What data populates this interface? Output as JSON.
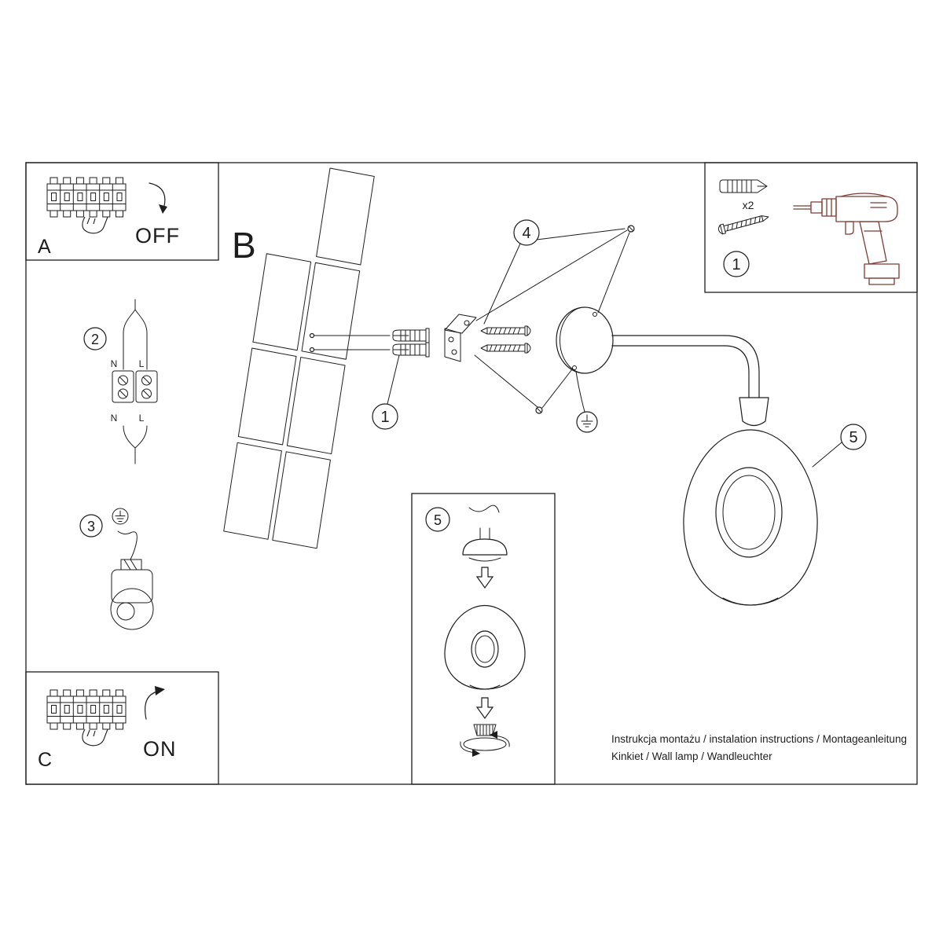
{
  "style": {
    "ink_color": "#1d1d1d",
    "drill_color": "#7e3b34"
  },
  "panels": {
    "a_label": "A",
    "c_label": "C",
    "off_label": "OFF",
    "on_label": "ON"
  },
  "section_b_label": "B",
  "steps": {
    "s1": "1",
    "s2": "2",
    "s3": "3",
    "s4": "4",
    "s5": "5"
  },
  "kit": {
    "step_label": "1",
    "quantity": "x2"
  },
  "detail": {
    "step_label": "5"
  },
  "terminals": {
    "n": "N",
    "l": "L"
  },
  "page": {
    "footer_line1": "Instrukcja montażu / instalation instructions / Montageanleitung",
    "footer_line2": "Kinkiet / Wall lamp / Wandleuchter"
  }
}
